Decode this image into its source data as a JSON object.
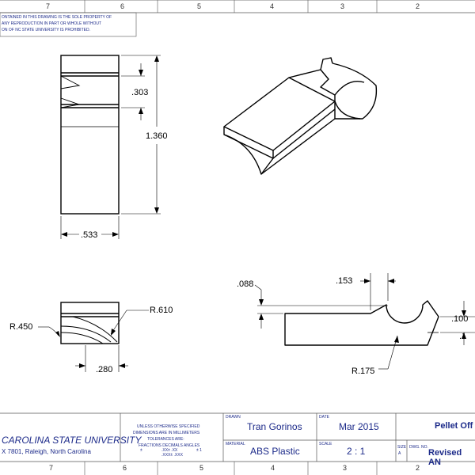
{
  "zone_numbers": {
    "top": [
      "7",
      "6",
      "5",
      "4",
      "3",
      "2"
    ],
    "bottom": [
      "7",
      "6",
      "5",
      "4",
      "3",
      "2"
    ]
  },
  "proprietary_note": {
    "line1": "ONTAINED IN THIS DRAWING IS THE SOLE PROPERTY OF",
    "line2": "ANY REPRODUCTION IN PART OR WHOLE WITHOUT",
    "line3": "ON OF NC STATE UNIVERSITY IS PROHIBITED."
  },
  "dimensions": {
    "d_303": ".303",
    "d_1360": "1.360",
    "d_533": ".533",
    "r_610": "R.610",
    "r_450": "R.450",
    "d_280": ".280",
    "d_088": ".088",
    "d_153": ".153",
    "d_100": ".100",
    "d_partial": ".1",
    "r_175": "R.175"
  },
  "title_block": {
    "university": "CAROLINA STATE UNIVERSITY",
    "address": "X 7801, Raleigh, North Carolina",
    "tolerance_lines": [
      "UNLESS OTHERWISE SPECIFIED",
      "DIMENSIONS ARE IN MILLIMETERS",
      "TOLERANCES ARE:"
    ],
    "tolerance_head": "FRACTIONS  DECIMALS  ANGLES",
    "tolerance_vals": [
      "±",
      ".XX± .XX",
      "± 1"
    ],
    "tolerance_vals2": ".XXX± .XXX",
    "drawn_label": "DRAWN",
    "drawn_value": "Tran Gorinos",
    "date_label": "DATE",
    "date_value": "Mar 2015",
    "material_label": "MATERIAL",
    "material_value": "ABS Plastic",
    "scale_label": "SCALE",
    "scale_value": "2 : 1",
    "title_value": "Pellet Off",
    "size_label": "SIZE",
    "size_value": "A",
    "dwg_label": "DWG. NO.",
    "dwg_value": "Revised AN"
  }
}
